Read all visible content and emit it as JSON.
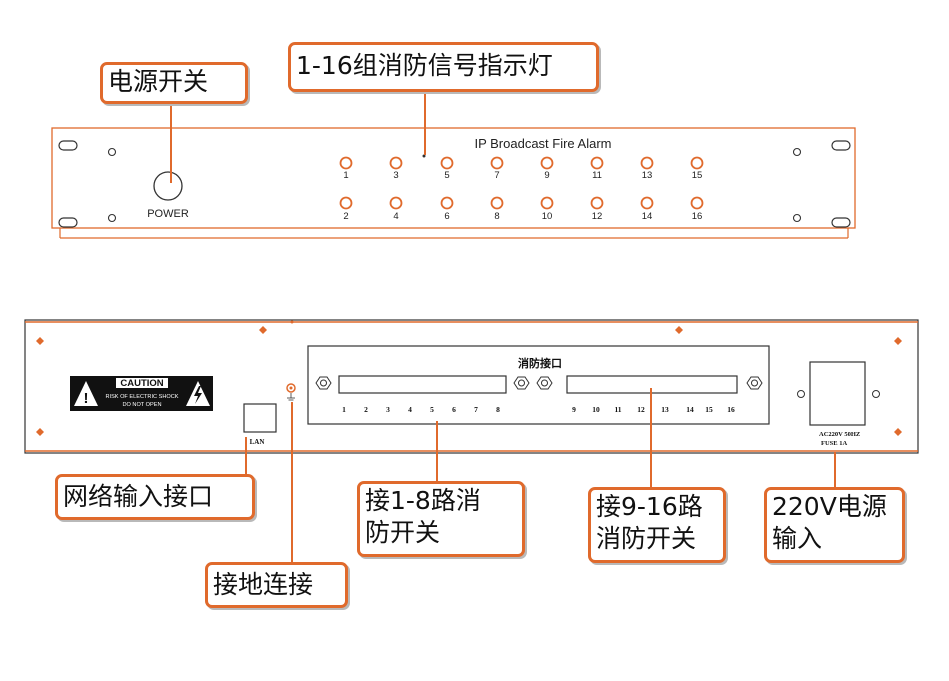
{
  "front_panel": {
    "title": "IP Broadcast Fire Alarm",
    "power_label": "POWER",
    "indicator_top_labels": [
      "1",
      "3",
      "5",
      "7",
      "9",
      "11",
      "13",
      "15"
    ],
    "indicator_bottom_labels": [
      "2",
      "4",
      "6",
      "8",
      "10",
      "12",
      "14",
      "16"
    ]
  },
  "rear_panel": {
    "caution": {
      "title": "CAUTION",
      "line1": "RISK OF ELECTRIC SHOCK",
      "line2": "DO NOT OPEN"
    },
    "lan_label": "LAN",
    "fire_port_title": "消防接口",
    "port1_labels": [
      "1",
      "2",
      "3",
      "4",
      "5",
      "6",
      "7",
      "8"
    ],
    "port2_labels": [
      "9",
      "10",
      "11",
      "12",
      "13",
      "14",
      "15",
      "16"
    ],
    "power_spec_line1": "AC220V 50HZ",
    "power_spec_line2": "FUSE  1A"
  },
  "callouts": {
    "power_switch": "电源开关",
    "indicators": "1-16组消防信号指示灯",
    "network_input": "网络输入接口",
    "ground": "接地连接",
    "fire_switch_1_8": [
      "接1-8路消",
      "防开关"
    ],
    "fire_switch_9_16": [
      "接9-16路",
      "消防开关"
    ],
    "power_input": [
      "220V电源",
      "输入"
    ]
  },
  "colors": {
    "accent": "#e06a2c",
    "outline": "#333333"
  }
}
